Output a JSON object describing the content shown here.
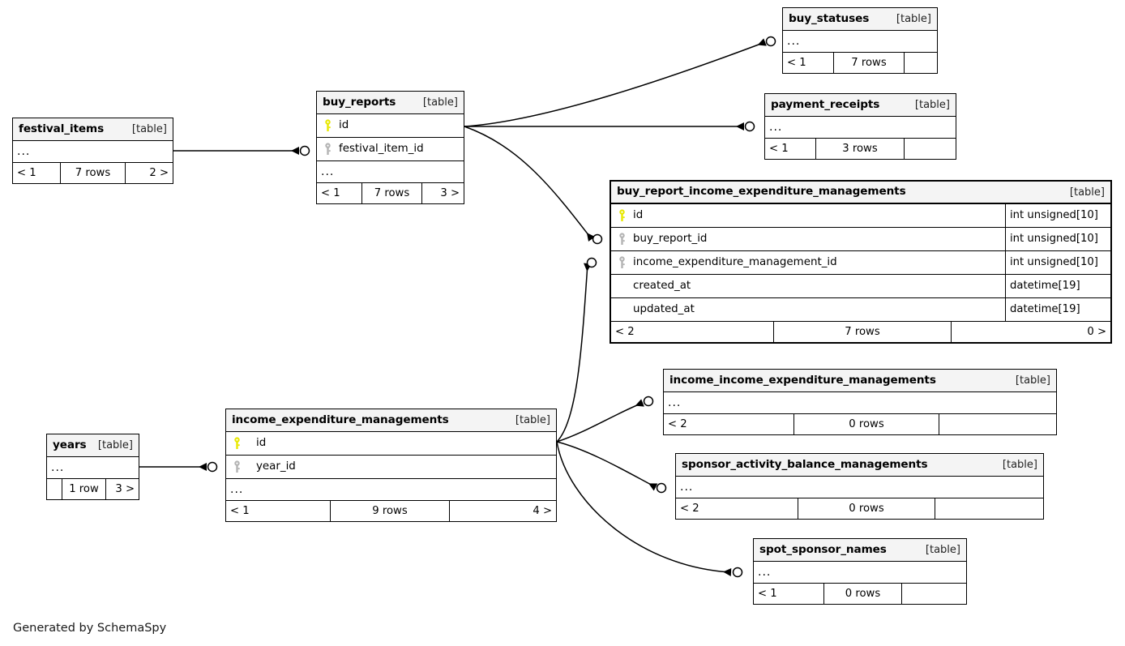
{
  "diagram": {
    "title": "SchemaSpy relationships diagram",
    "credit": "Generated by SchemaSpy",
    "table_tag": "[table]",
    "ellipsis": "...",
    "colors": {
      "primary_key": "#e8e800",
      "foreign_key": "#b3b3b3",
      "header_background": "#f4f4f4",
      "border": "#000000",
      "background": "#ffffff"
    }
  },
  "tables": [
    {
      "id": "buy_statuses",
      "name": "buy_statuses",
      "tag": "[table]",
      "columns": [],
      "has_ellipsis": true,
      "footer": {
        "left": "< 1",
        "middle": "7 rows",
        "right": ""
      }
    },
    {
      "id": "payment_receipts",
      "name": "payment_receipts",
      "tag": "[table]",
      "columns": [],
      "has_ellipsis": true,
      "footer": {
        "left": "< 1",
        "middle": "3 rows",
        "right": ""
      }
    },
    {
      "id": "buy_reports",
      "name": "buy_reports",
      "tag": "[table]",
      "columns": [
        {
          "key": "primary",
          "label": "id",
          "type": ""
        },
        {
          "key": "foreign",
          "label": "festival_item_id",
          "type": ""
        }
      ],
      "has_ellipsis": true,
      "footer": {
        "left": "< 1",
        "middle": "7 rows",
        "right": "3 >"
      }
    },
    {
      "id": "festival_items",
      "name": "festival_items",
      "tag": "[table]",
      "columns": [],
      "has_ellipsis": true,
      "footer": {
        "left": "< 1",
        "middle": "7 rows",
        "right": "2 >"
      }
    },
    {
      "id": "buy_report_income_expenditure_managements",
      "name": "buy_report_income_expenditure_managements",
      "tag": "[table]",
      "emphasis": true,
      "columns": [
        {
          "key": "primary",
          "label": "id",
          "type": "int unsigned[10]"
        },
        {
          "key": "foreign",
          "label": "buy_report_id",
          "type": "int unsigned[10]"
        },
        {
          "key": "foreign",
          "label": "income_expenditure_management_id",
          "type": "int unsigned[10]"
        },
        {
          "key": "none",
          "label": "created_at",
          "type": "datetime[19]"
        },
        {
          "key": "none",
          "label": "updated_at",
          "type": "datetime[19]"
        }
      ],
      "has_ellipsis": false,
      "footer": {
        "left": "< 2",
        "middle": "7 rows",
        "right": "0 >"
      }
    },
    {
      "id": "income_income_expenditure_managements",
      "name": "income_income_expenditure_managements",
      "tag": "[table]",
      "columns": [],
      "has_ellipsis": true,
      "footer": {
        "left": "< 2",
        "middle": "0 rows",
        "right": ""
      }
    },
    {
      "id": "sponsor_activity_balance_managements",
      "name": "sponsor_activity_balance_managements",
      "tag": "[table]",
      "columns": [],
      "has_ellipsis": true,
      "footer": {
        "left": "< 2",
        "middle": "0 rows",
        "right": ""
      }
    },
    {
      "id": "spot_sponsor_names",
      "name": "spot_sponsor_names",
      "tag": "[table]",
      "columns": [],
      "has_ellipsis": true,
      "footer": {
        "left": "< 1",
        "middle": "0 rows",
        "right": ""
      }
    },
    {
      "id": "income_expenditure_managements",
      "name": "income_expenditure_managements",
      "tag": "[table]",
      "columns": [
        {
          "key": "primary",
          "label": "id",
          "type": ""
        },
        {
          "key": "foreign",
          "label": "year_id",
          "type": ""
        }
      ],
      "has_ellipsis": true,
      "footer": {
        "left": "< 1",
        "middle": "9 rows",
        "right": "4 >"
      }
    },
    {
      "id": "years",
      "name": "years",
      "tag": "[table]",
      "columns": [],
      "has_ellipsis": true,
      "footer": {
        "left": "",
        "middle": "1 row",
        "right": "3 >"
      }
    }
  ],
  "relationships": [
    {
      "from": "festival_items",
      "to": "buy_reports"
    },
    {
      "from": "buy_reports",
      "to": "buy_statuses"
    },
    {
      "from": "buy_reports",
      "to": "payment_receipts"
    },
    {
      "from": "buy_reports",
      "to": "buy_report_income_expenditure_managements"
    },
    {
      "from": "income_expenditure_managements",
      "to": "buy_report_income_expenditure_managements"
    },
    {
      "from": "income_expenditure_managements",
      "to": "income_income_expenditure_managements"
    },
    {
      "from": "income_expenditure_managements",
      "to": "sponsor_activity_balance_managements"
    },
    {
      "from": "income_expenditure_managements",
      "to": "spot_sponsor_names"
    },
    {
      "from": "years",
      "to": "income_expenditure_managements"
    }
  ]
}
